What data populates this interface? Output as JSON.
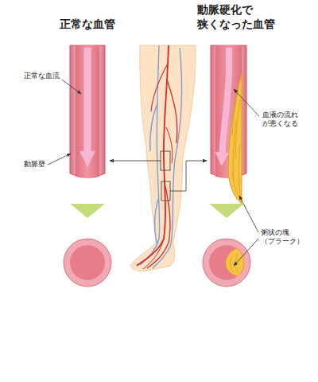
{
  "diagram": {
    "labels": [
      "正常な血管",
      "動脈硬化で 狭くなった血管",
      "正常な血流",
      "動脈壁",
      "血液の流れ が悪くなる",
      "粥状の塊 （プラーク）"
    ]
  }
}
